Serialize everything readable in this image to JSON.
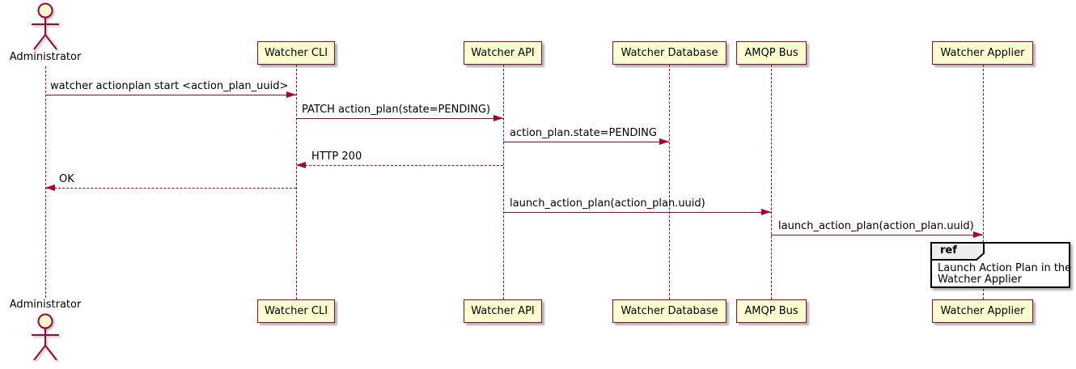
{
  "diagram": {
    "type": "sequence-diagram",
    "actor": {
      "name": "Administrator"
    },
    "participants": [
      {
        "label": "Watcher CLI"
      },
      {
        "label": "Watcher API"
      },
      {
        "label": "Watcher Database"
      },
      {
        "label": "AMQP Bus"
      },
      {
        "label": "Watcher Applier"
      }
    ],
    "messages": [
      {
        "label": "watcher actionplan start <action_plan_uuid>",
        "from": "Administrator",
        "to": "Watcher CLI",
        "style": "solid"
      },
      {
        "label": "PATCH action_plan(state=PENDING)",
        "from": "Watcher CLI",
        "to": "Watcher API",
        "style": "solid"
      },
      {
        "label": "action_plan.state=PENDING",
        "from": "Watcher API",
        "to": "Watcher Database",
        "style": "solid"
      },
      {
        "label": "HTTP 200",
        "from": "Watcher API",
        "to": "Watcher CLI",
        "style": "dashed-return"
      },
      {
        "label": "OK",
        "from": "Watcher CLI",
        "to": "Administrator",
        "style": "dashed-return"
      },
      {
        "label": "launch_action_plan(action_plan.uuid)",
        "from": "Watcher API",
        "to": "AMQP Bus",
        "style": "solid"
      },
      {
        "label": "launch_action_plan(action_plan.uuid)",
        "from": "AMQP Bus",
        "to": "Watcher Applier",
        "style": "solid"
      }
    ],
    "ref": {
      "keyword": "ref",
      "line1": "Launch Action Plan in the",
      "line2": "Watcher Applier"
    },
    "colors": {
      "participant_fill": "#FEFECE",
      "participant_border": "#A80036",
      "arrow": "#A80036",
      "lifeline": "#A80036",
      "ref_border": "#000000",
      "ref_header_fill": "#EEEEEE",
      "text": "#000000",
      "background": "#FFFFFF"
    }
  }
}
